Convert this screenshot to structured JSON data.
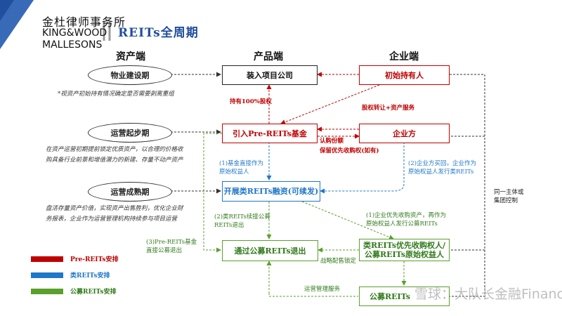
{
  "header": {
    "logo_cn": "金杜律师事务所",
    "logo_en_line1": "KING&WOOD",
    "logo_en_line2": "MALLESONS",
    "title": "REITs全周期"
  },
  "columns": {
    "assets": "资产端",
    "product": "产品端",
    "enterprise": "企业端"
  },
  "stages": {
    "property": "物业建设期",
    "startup": "运营起步期",
    "mature": "运营成熟期"
  },
  "notes": {
    "property": "*视资产初始持有情况确定是否需要剥离重组",
    "startup_1": "在资产运营初期提前锁定优质资产，以合理的价格收",
    "startup_2": "购具备行业前景和增值潜力的新建、存量不动产资产",
    "mature_1": "盘活存量资产价值，实现资产出售胜利，优化企业财",
    "mature_2": "务报表，企业作为运营管理机构持续参与项目运营"
  },
  "boxes": {
    "project_co": "装入项目公司",
    "initial_holder": "初始持有人",
    "pre_reits": "引入Pre-REITs基金",
    "enterprise": "企业方",
    "class_reits": "开展类REITs融资(可续发)",
    "public_exit": "通过公募REITs退出",
    "priority_1": "类REITs优先收购权人/",
    "priority_2": "公募REITs原始权益人",
    "public_reits": "公募REITs"
  },
  "labels": {
    "equity_100": "持有100%股权",
    "equity_transfer": "股权转让+资产服务",
    "subscribe": "认购份额",
    "priority_right": "保留优先收购权(如有)",
    "fund_direct_1": "(1)基金直接作为",
    "fund_direct_2": "原始权益人",
    "ent_buy_1": "(2)企业方买回，企业作为",
    "ent_buy_2": "原始权益人发行类REITs",
    "class_cont_1": "(2)类REITs续接公募",
    "class_cont_2": "REITs退出",
    "pre_exit_1": "(3)Pre-REITs基金",
    "pre_exit_2": "直接公募退出",
    "ent_priority_1": "(1)企业优先收购资产，再作为",
    "ent_priority_2": "原始权益人发行公募REITs",
    "strategic": "战略配售锁定",
    "ops_service": "运营管理服务",
    "same_1": "同一主体或",
    "same_2": "集团控制"
  },
  "legend": [
    {
      "label": "Pre-REITs安排",
      "color": "#c00000"
    },
    {
      "label": "类REITs安排",
      "color": "#1f77c8"
    },
    {
      "label": "公募REITs安排",
      "color": "#5aa02c"
    }
  ],
  "watermark": "雪球：大队长金融Finance"
}
